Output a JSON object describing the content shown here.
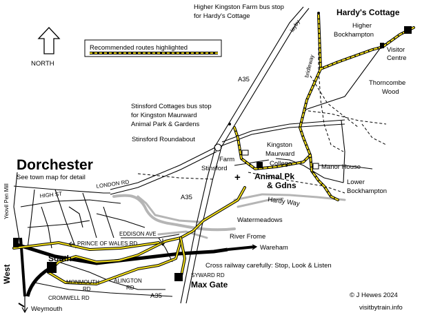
{
  "title": "Dorchester",
  "subtitle": "See town map for detail",
  "north_label": "NORTH",
  "legend": {
    "label": "Recommended routes highlighted"
  },
  "colors": {
    "route": "#f4e01a",
    "railway": "#000000",
    "river": "#b5b5b5",
    "roads": "#000000"
  },
  "destinations": {
    "hardys_cottage": "Hardy's Cottage",
    "max_gate": "Max Gate",
    "animal_park": [
      "Animal Pk",
      "& Gdns"
    ]
  },
  "labels": {
    "higher_kingston_bus": [
      "Higher Kingston Farm bus stop",
      "for Hardy's Cottage"
    ],
    "layby": "layby",
    "bridleway": "bridleway",
    "higher_bockhampton": [
      "Higher",
      "Bockhampton"
    ],
    "visitor_centre": [
      "Visitor",
      "Centre"
    ],
    "thorncombe_wood": [
      "Thorncombe",
      "Wood"
    ],
    "a35_north": "A35",
    "a35_mid": "A35",
    "a35_south": "A35",
    "stinsford_cottages": [
      "Stinsford Cottages bus stop",
      "for Kingston Maurward",
      "Animal Park & Gardens"
    ],
    "stinsford_roundabout": "Stinsford Roundabout",
    "kingston_maurward_college": [
      "Kingston",
      "Maurward",
      "College"
    ],
    "farm": "Farm",
    "stinsford": "Stinsford",
    "manor_house": "Manor House",
    "lower_bockhampton": [
      "Lower",
      "Bockhampton"
    ],
    "hardy_way": "Hardy Way",
    "watermeadows": "Watermeadows",
    "river_frome": "River Frome",
    "yeovil_pen_mill": "Yeovil Pen Mill",
    "high_st": "HIGH ST",
    "london_rd": "LONDON RD",
    "eddison_ave": "EDDISON AVE",
    "prince_of_wales_rd": "PRINCE OF WALES RD",
    "south": "South",
    "west": "West",
    "monmouth_rd": [
      "MONMOUTH",
      "RD"
    ],
    "alington_rd": [
      "ALINGTON",
      "RD"
    ],
    "syward_rd": "SYWARD RD",
    "cromwell_rd": "CROMWELL RD",
    "weymouth": "Weymouth",
    "wareham": "Wareham",
    "cross_railway": "Cross railway carefully: Stop, Look & Listen"
  },
  "credits": {
    "copyright": "© J Hewes 2024",
    "website": "visitbytrain.info"
  }
}
